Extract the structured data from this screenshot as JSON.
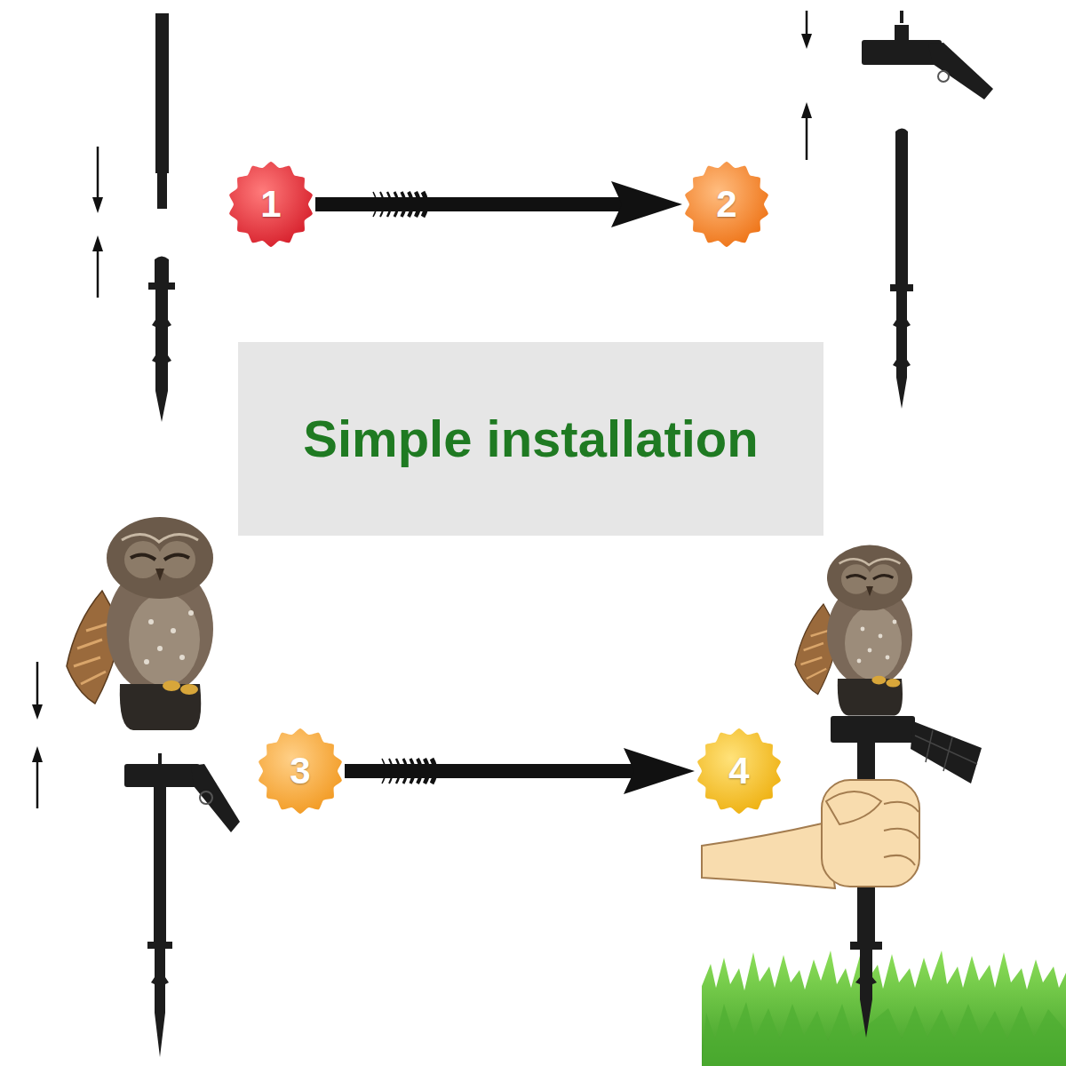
{
  "diagram": {
    "nodes": [
      {
        "text": [
          "1"
        ]
      },
      {
        "text": [
          "2"
        ]
      },
      {
        "text": [
          "Simple installation"
        ]
      },
      {
        "text": [
          "3"
        ]
      },
      {
        "text": [
          "4"
        ]
      }
    ],
    "edges": [
      {
        "from": 0,
        "to": 1,
        "arrow": "to"
      },
      {
        "from": 3,
        "to": 4,
        "arrow": "to"
      }
    ]
  }
}
